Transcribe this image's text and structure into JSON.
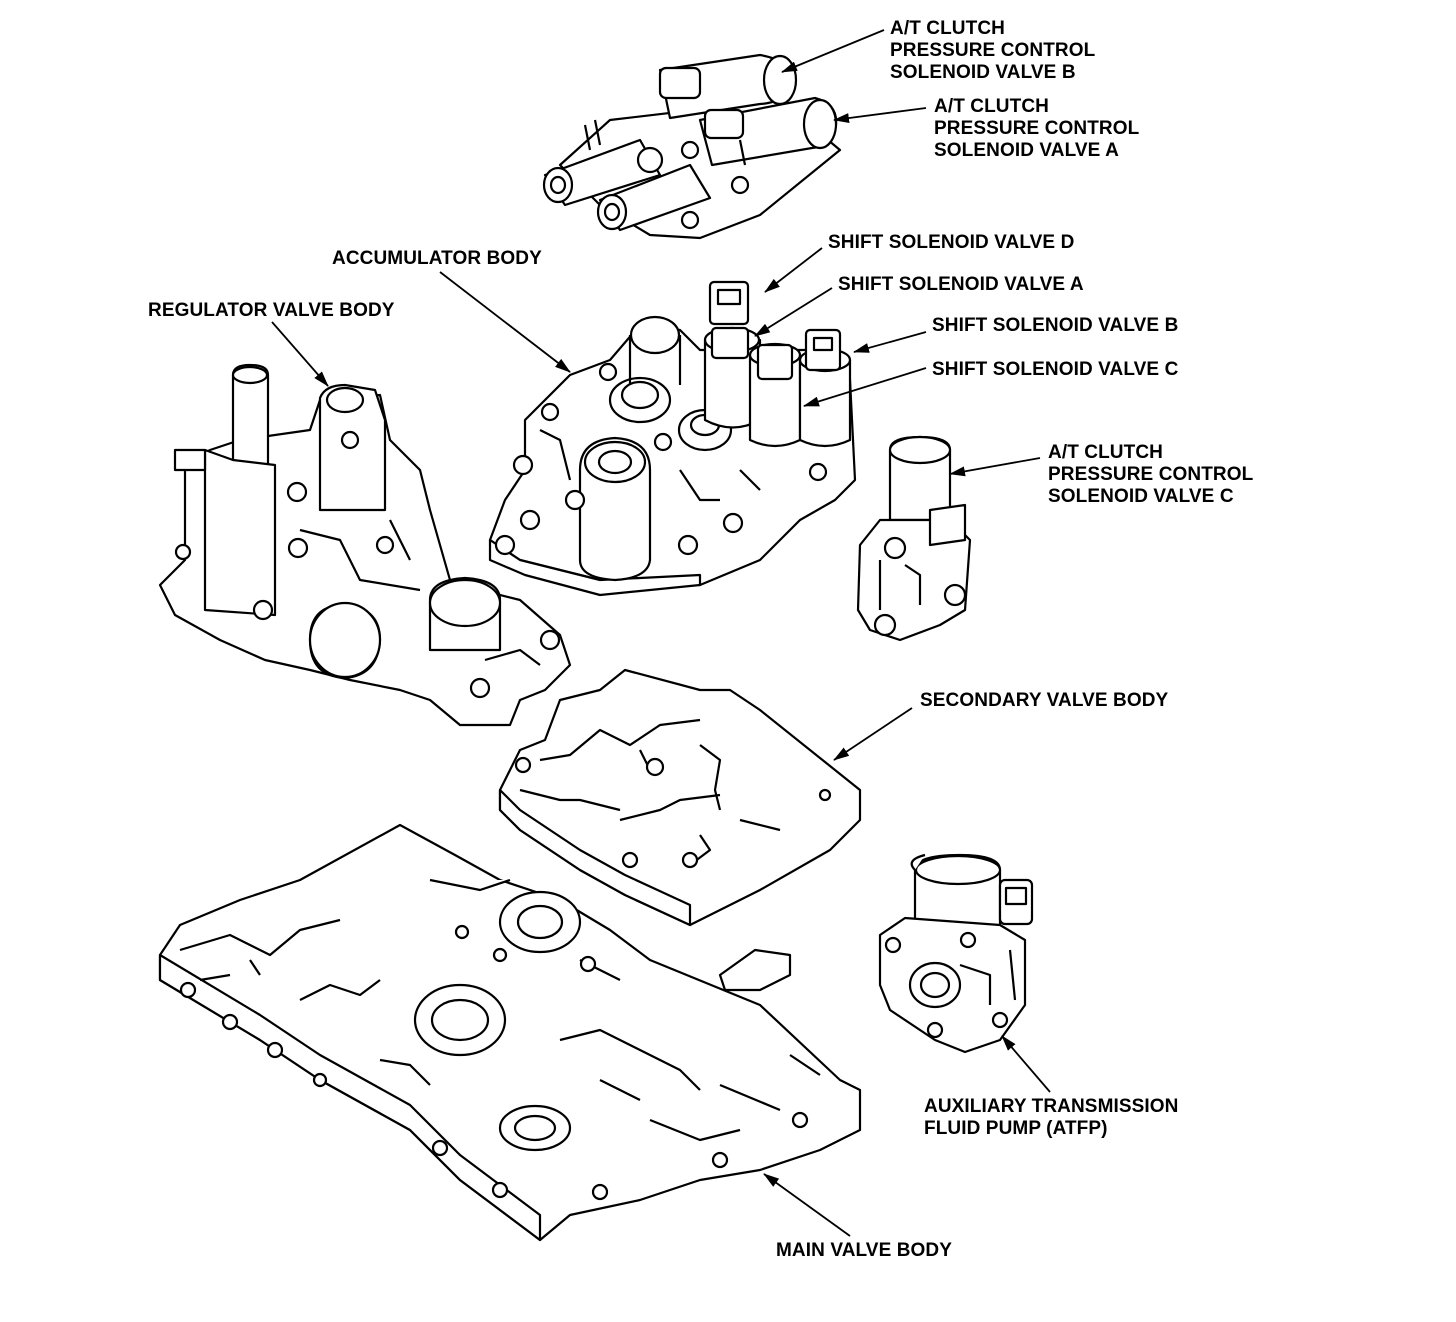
{
  "labels": {
    "clutch_b": [
      "A/T CLUTCH",
      "PRESSURE CONTROL",
      "SOLENOID VALVE B"
    ],
    "clutch_a": [
      "A/T CLUTCH",
      "PRESSURE CONTROL",
      "SOLENOID VALVE A"
    ],
    "accumulator": "ACCUMULATOR BODY",
    "regulator": "REGULATOR VALVE BODY",
    "shift_d": "SHIFT SOLENOID VALVE D",
    "shift_a": "SHIFT SOLENOID VALVE A",
    "shift_b": "SHIFT SOLENOID VALVE B",
    "shift_c": "SHIFT SOLENOID VALVE C",
    "clutch_c": [
      "A/T CLUTCH",
      "PRESSURE CONTROL",
      "SOLENOID VALVE C"
    ],
    "secondary": "SECONDARY VALVE BODY",
    "atfp": [
      "AUXILIARY TRANSMISSION",
      "FLUID PUMP (ATFP)"
    ],
    "main": "MAIN VALVE BODY"
  }
}
